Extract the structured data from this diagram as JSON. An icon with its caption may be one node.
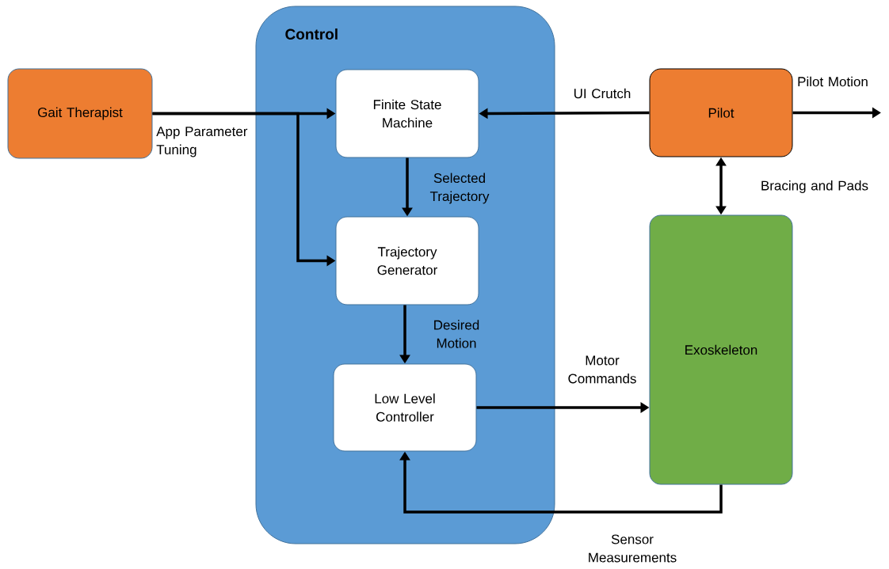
{
  "diagram": {
    "nodes": [
      {
        "text": [
          "Control"
        ]
      },
      {
        "text": [
          "Finite State Machine"
        ],
        "in": 0
      },
      {
        "text": [
          "Trajectory Generator"
        ],
        "in": 0
      },
      {
        "text": [
          "Low Level Controller"
        ],
        "in": 0
      },
      {
        "text": [
          "Gait Therapist"
        ]
      },
      {
        "text": [
          "Pilot"
        ]
      },
      {
        "text": [
          "Exoskeleton"
        ]
      }
    ],
    "edges": [
      {
        "from": 4,
        "to": 1,
        "arrow": "to",
        "label": "App Parameter Tuning"
      },
      {
        "from": 4,
        "to": 2,
        "arrow": "to"
      },
      {
        "from": 5,
        "to": 1,
        "arrow": "to",
        "label": "UI Crutch"
      },
      {
        "from": 5,
        "to": null,
        "arrow": "to",
        "label": "Pilot Motion"
      },
      {
        "from": 5,
        "to": 6,
        "arrow": "both",
        "label": "Bracing and Pads"
      },
      {
        "from": 1,
        "to": 2,
        "arrow": "to",
        "label": "Selected Trajectory"
      },
      {
        "from": 2,
        "to": 3,
        "arrow": "to",
        "label": "Desired Motion"
      },
      {
        "from": 3,
        "to": 6,
        "arrow": "to",
        "label": "Motor Commands"
      },
      {
        "from": 6,
        "to": 3,
        "arrow": "to",
        "label": "Sensor Measurements"
      }
    ]
  }
}
